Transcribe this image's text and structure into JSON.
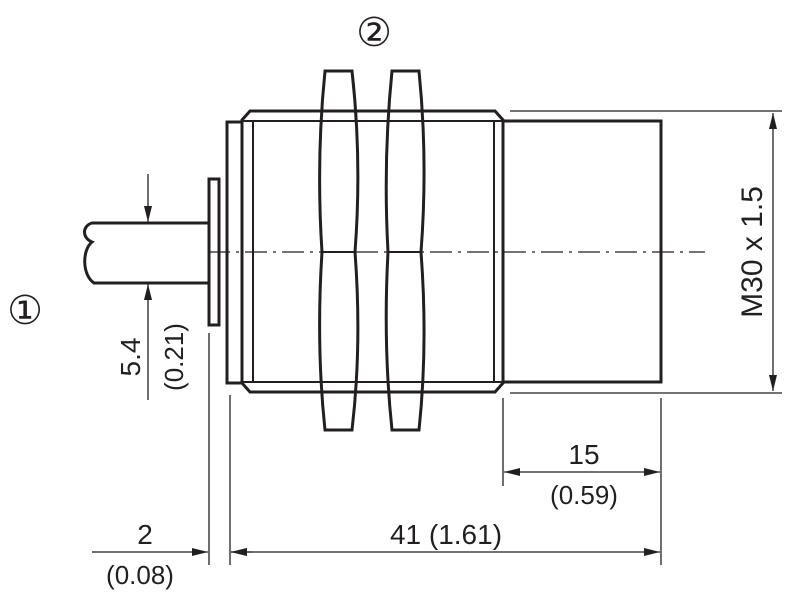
{
  "callouts": {
    "cable": "①",
    "nuts": "②"
  },
  "dimensions": {
    "thread": "M30 x 1.5",
    "cable_diameter_mm": "5.4",
    "cable_diameter_in": "(0.21)",
    "front_length_mm": "15",
    "front_length_in": "(0.59)",
    "total_length": "41 (1.61)",
    "flange_mm": "2",
    "flange_in": "(0.08)"
  },
  "colors": {
    "line": "#231f20",
    "background": "#ffffff"
  }
}
